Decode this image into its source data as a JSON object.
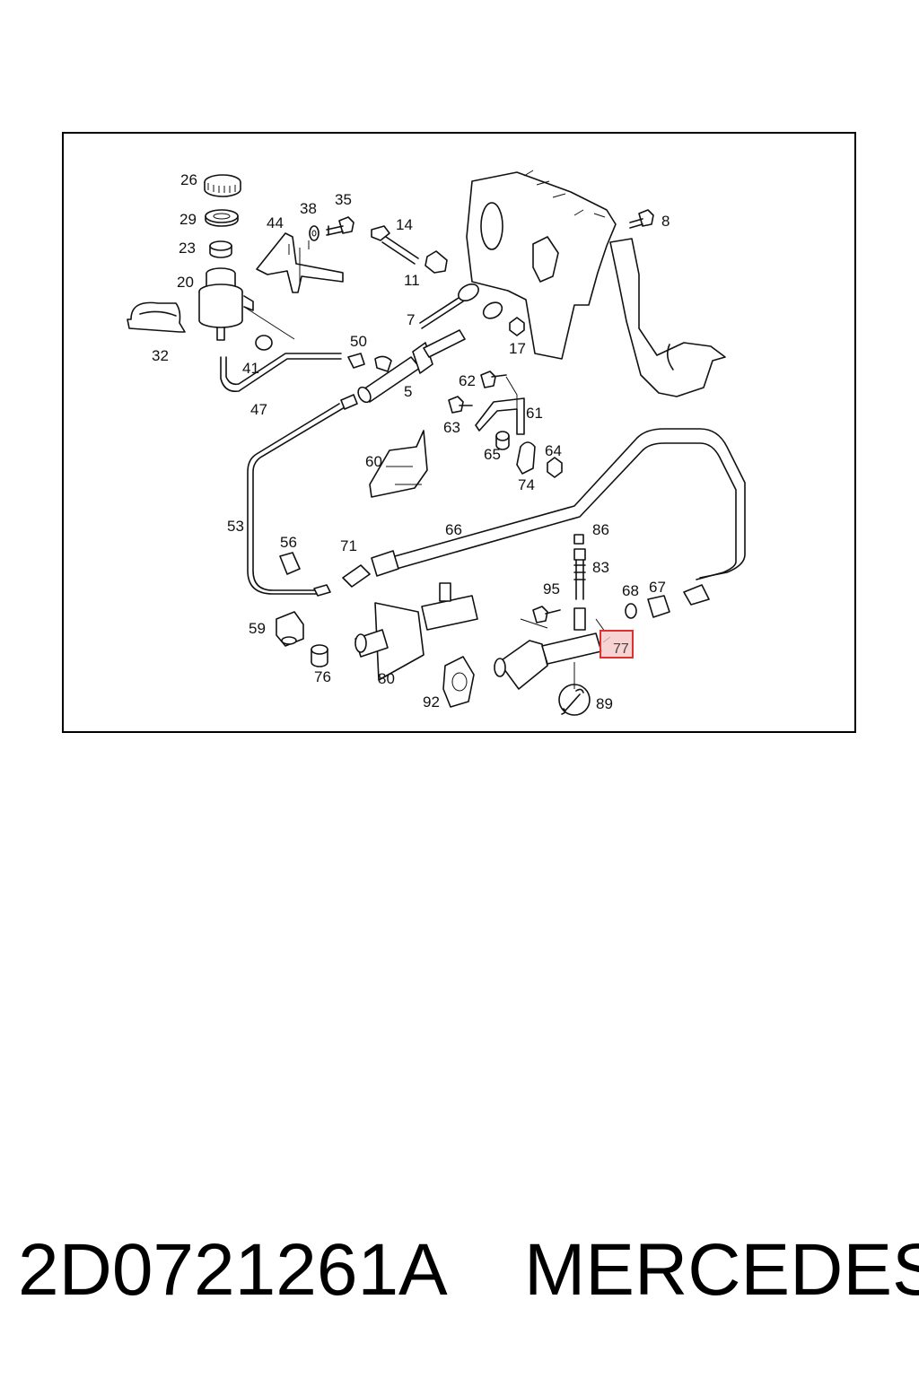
{
  "diagram": {
    "callouts": {
      "c26": "26",
      "c29": "29",
      "c23": "23",
      "c20": "20",
      "c32": "32",
      "c38": "38",
      "c35": "35",
      "c44": "44",
      "c14": "14",
      "c11": "11",
      "c7": "7",
      "c50": "50",
      "c41": "41",
      "c47": "47",
      "c5": "5",
      "c17": "17",
      "c8": "8",
      "c62": "62",
      "c63": "63",
      "c61": "61",
      "c65": "65",
      "c64": "64",
      "c74": "74",
      "c60": "60",
      "c53": "53",
      "c66": "66",
      "c86": "86",
      "c83": "83",
      "c56": "56",
      "c71": "71",
      "c95": "95",
      "c68": "68",
      "c67": "67",
      "c59": "59",
      "c76": "76",
      "c80": "80",
      "c92": "92",
      "c89": "89",
      "c77": "77"
    },
    "highlight": {
      "part": "77",
      "color": "#e03030"
    }
  },
  "footer": {
    "part_number": "2D0721261A",
    "brand": "MERCEDES"
  }
}
